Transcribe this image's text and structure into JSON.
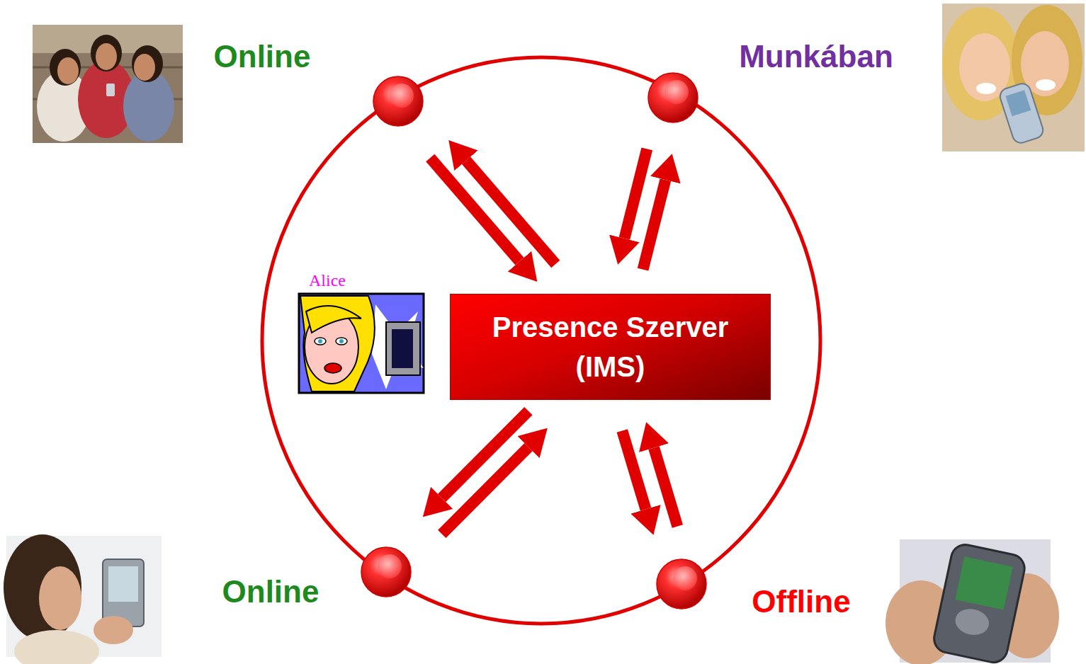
{
  "diagram": {
    "nodes": [
      {
        "text": [
          "Online"
        ]
      },
      {
        "text": [
          "Munkában"
        ]
      },
      {
        "text": [
          "Presence Szerver (IMS)"
        ]
      },
      {
        "text": [
          "Online"
        ]
      },
      {
        "text": [
          "Offline"
        ]
      }
    ],
    "edges": [
      {
        "from": 0,
        "to": 2,
        "arrow": "to"
      },
      {
        "from": 2,
        "to": 0,
        "arrow": "to"
      },
      {
        "from": 1,
        "to": 2,
        "arrow": "to"
      },
      {
        "from": 2,
        "to": 1,
        "arrow": "to"
      },
      {
        "from": 3,
        "to": 2,
        "arrow": "to"
      },
      {
        "from": 2,
        "to": 3,
        "arrow": "to"
      },
      {
        "from": 4,
        "to": 2,
        "arrow": "to"
      },
      {
        "from": 2,
        "to": 4,
        "arrow": "to"
      }
    ],
    "labels": [
      "Alice"
    ]
  }
}
